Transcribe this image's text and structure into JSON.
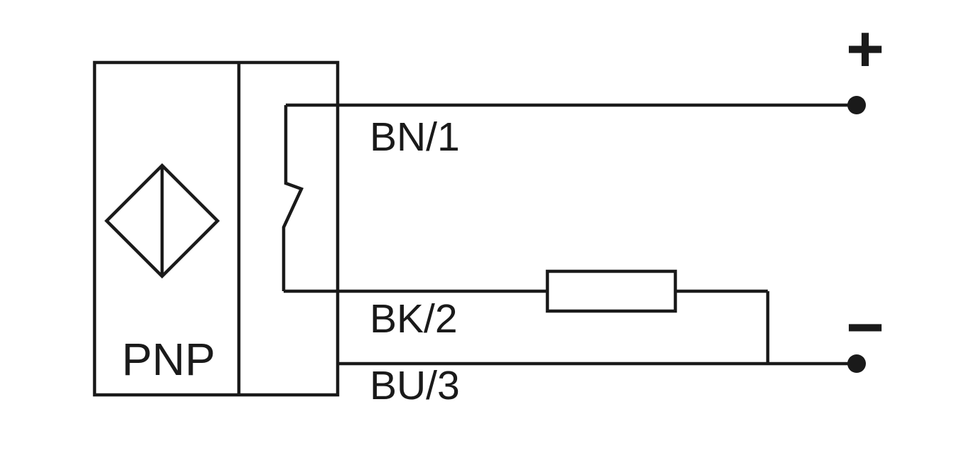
{
  "diagram": {
    "sensor_label": "PNP",
    "wire_labels": {
      "bn1": "BN/1",
      "bk2": "BK/2",
      "bu3": "BU/3"
    },
    "terminal_labels": {
      "positive": "+",
      "negative": "−"
    },
    "colors": {
      "line": "#1a1a1a",
      "background": "#ffffff"
    },
    "icons": {
      "sensor_symbol": "proximity-sensor-diamond-icon",
      "switch_symbol": "switch-contact-icon",
      "load_symbol": "load-resistor-icon",
      "terminal_symbol": "terminal-dot-icon"
    }
  }
}
